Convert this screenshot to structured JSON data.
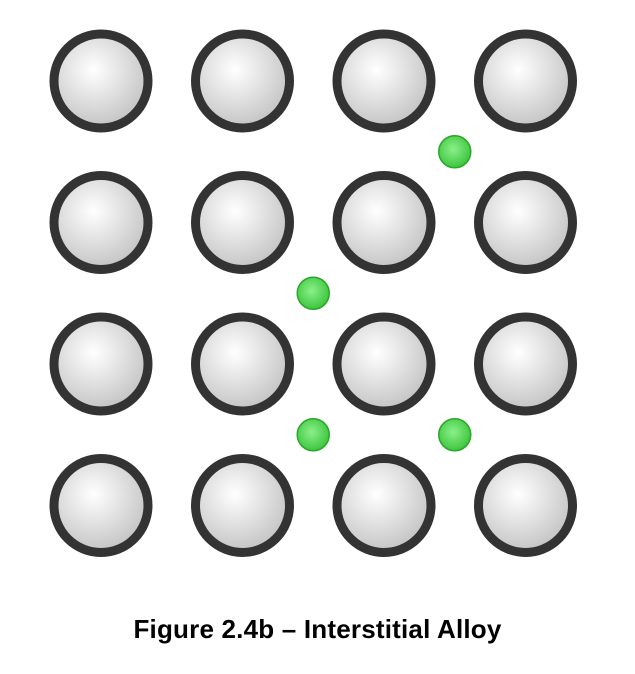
{
  "caption": "Figure 2.4b – Interstitial Alloy",
  "lattice": {
    "rows": 4,
    "columns": 4,
    "host_atom": {
      "fill_light": "#ffffff",
      "fill_dark": "#c4c4c4",
      "outline": "#333333"
    }
  },
  "interstitial_atoms": {
    "color": "#3cc43c",
    "highlight": "#8af08a",
    "edge": "#27a827",
    "sites": [
      {
        "row_gap": 1,
        "col_gap": 3
      },
      {
        "row_gap": 2,
        "col_gap": 2
      },
      {
        "row_gap": 3,
        "col_gap": 2
      },
      {
        "row_gap": 3,
        "col_gap": 3
      }
    ]
  }
}
